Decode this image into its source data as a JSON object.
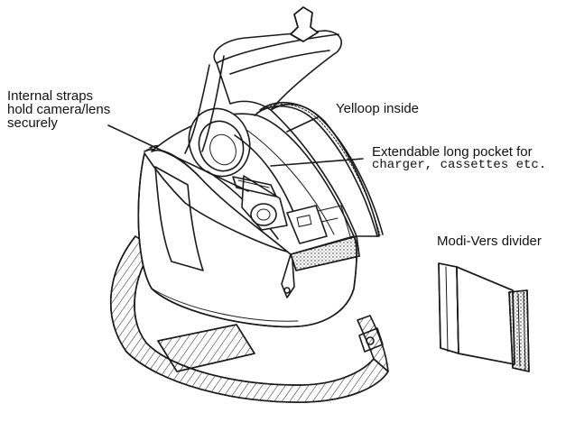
{
  "labels": {
    "internal_straps": [
      "Internal straps",
      "hold camera/lens",
      "securely"
    ],
    "yelloop": "Yelloop inside",
    "pocket": [
      "Extendable long pocket for",
      "charger, cassettes etc."
    ],
    "divider": "Modi-Vers divider"
  },
  "colors": {
    "ink": "#1a1a1a",
    "background": "#ffffff"
  }
}
